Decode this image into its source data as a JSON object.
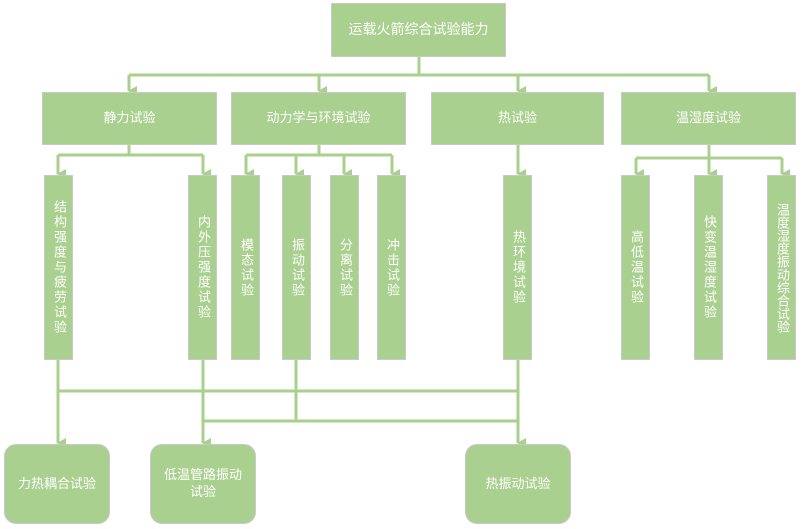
{
  "root": {
    "label": "运载火箭综合试验能力"
  },
  "categories": [
    {
      "id": "static",
      "label": "静力试验"
    },
    {
      "id": "dynamics",
      "label": "动力学与环境试验"
    },
    {
      "id": "thermal",
      "label": "热试验"
    },
    {
      "id": "humidity",
      "label": "温湿度试验"
    }
  ],
  "leaves": {
    "static": [
      "结构强度与疲劳试验",
      "内外压强度试验"
    ],
    "dynamics": [
      "模态试验",
      "振动试验",
      "分离试验",
      "冲击试验"
    ],
    "thermal": [
      "热环境试验"
    ],
    "humidity": [
      "高低温试验",
      "快变温湿度试验",
      "温度湿度振动综合试验"
    ]
  },
  "combined": [
    {
      "label": "力热耦合试验"
    },
    {
      "label": "低温管路振动试验"
    },
    {
      "label": "热振动试验"
    }
  ],
  "colors": {
    "box": "#a9d08e",
    "line": "#a9d08e",
    "text": "#ffffff"
  }
}
